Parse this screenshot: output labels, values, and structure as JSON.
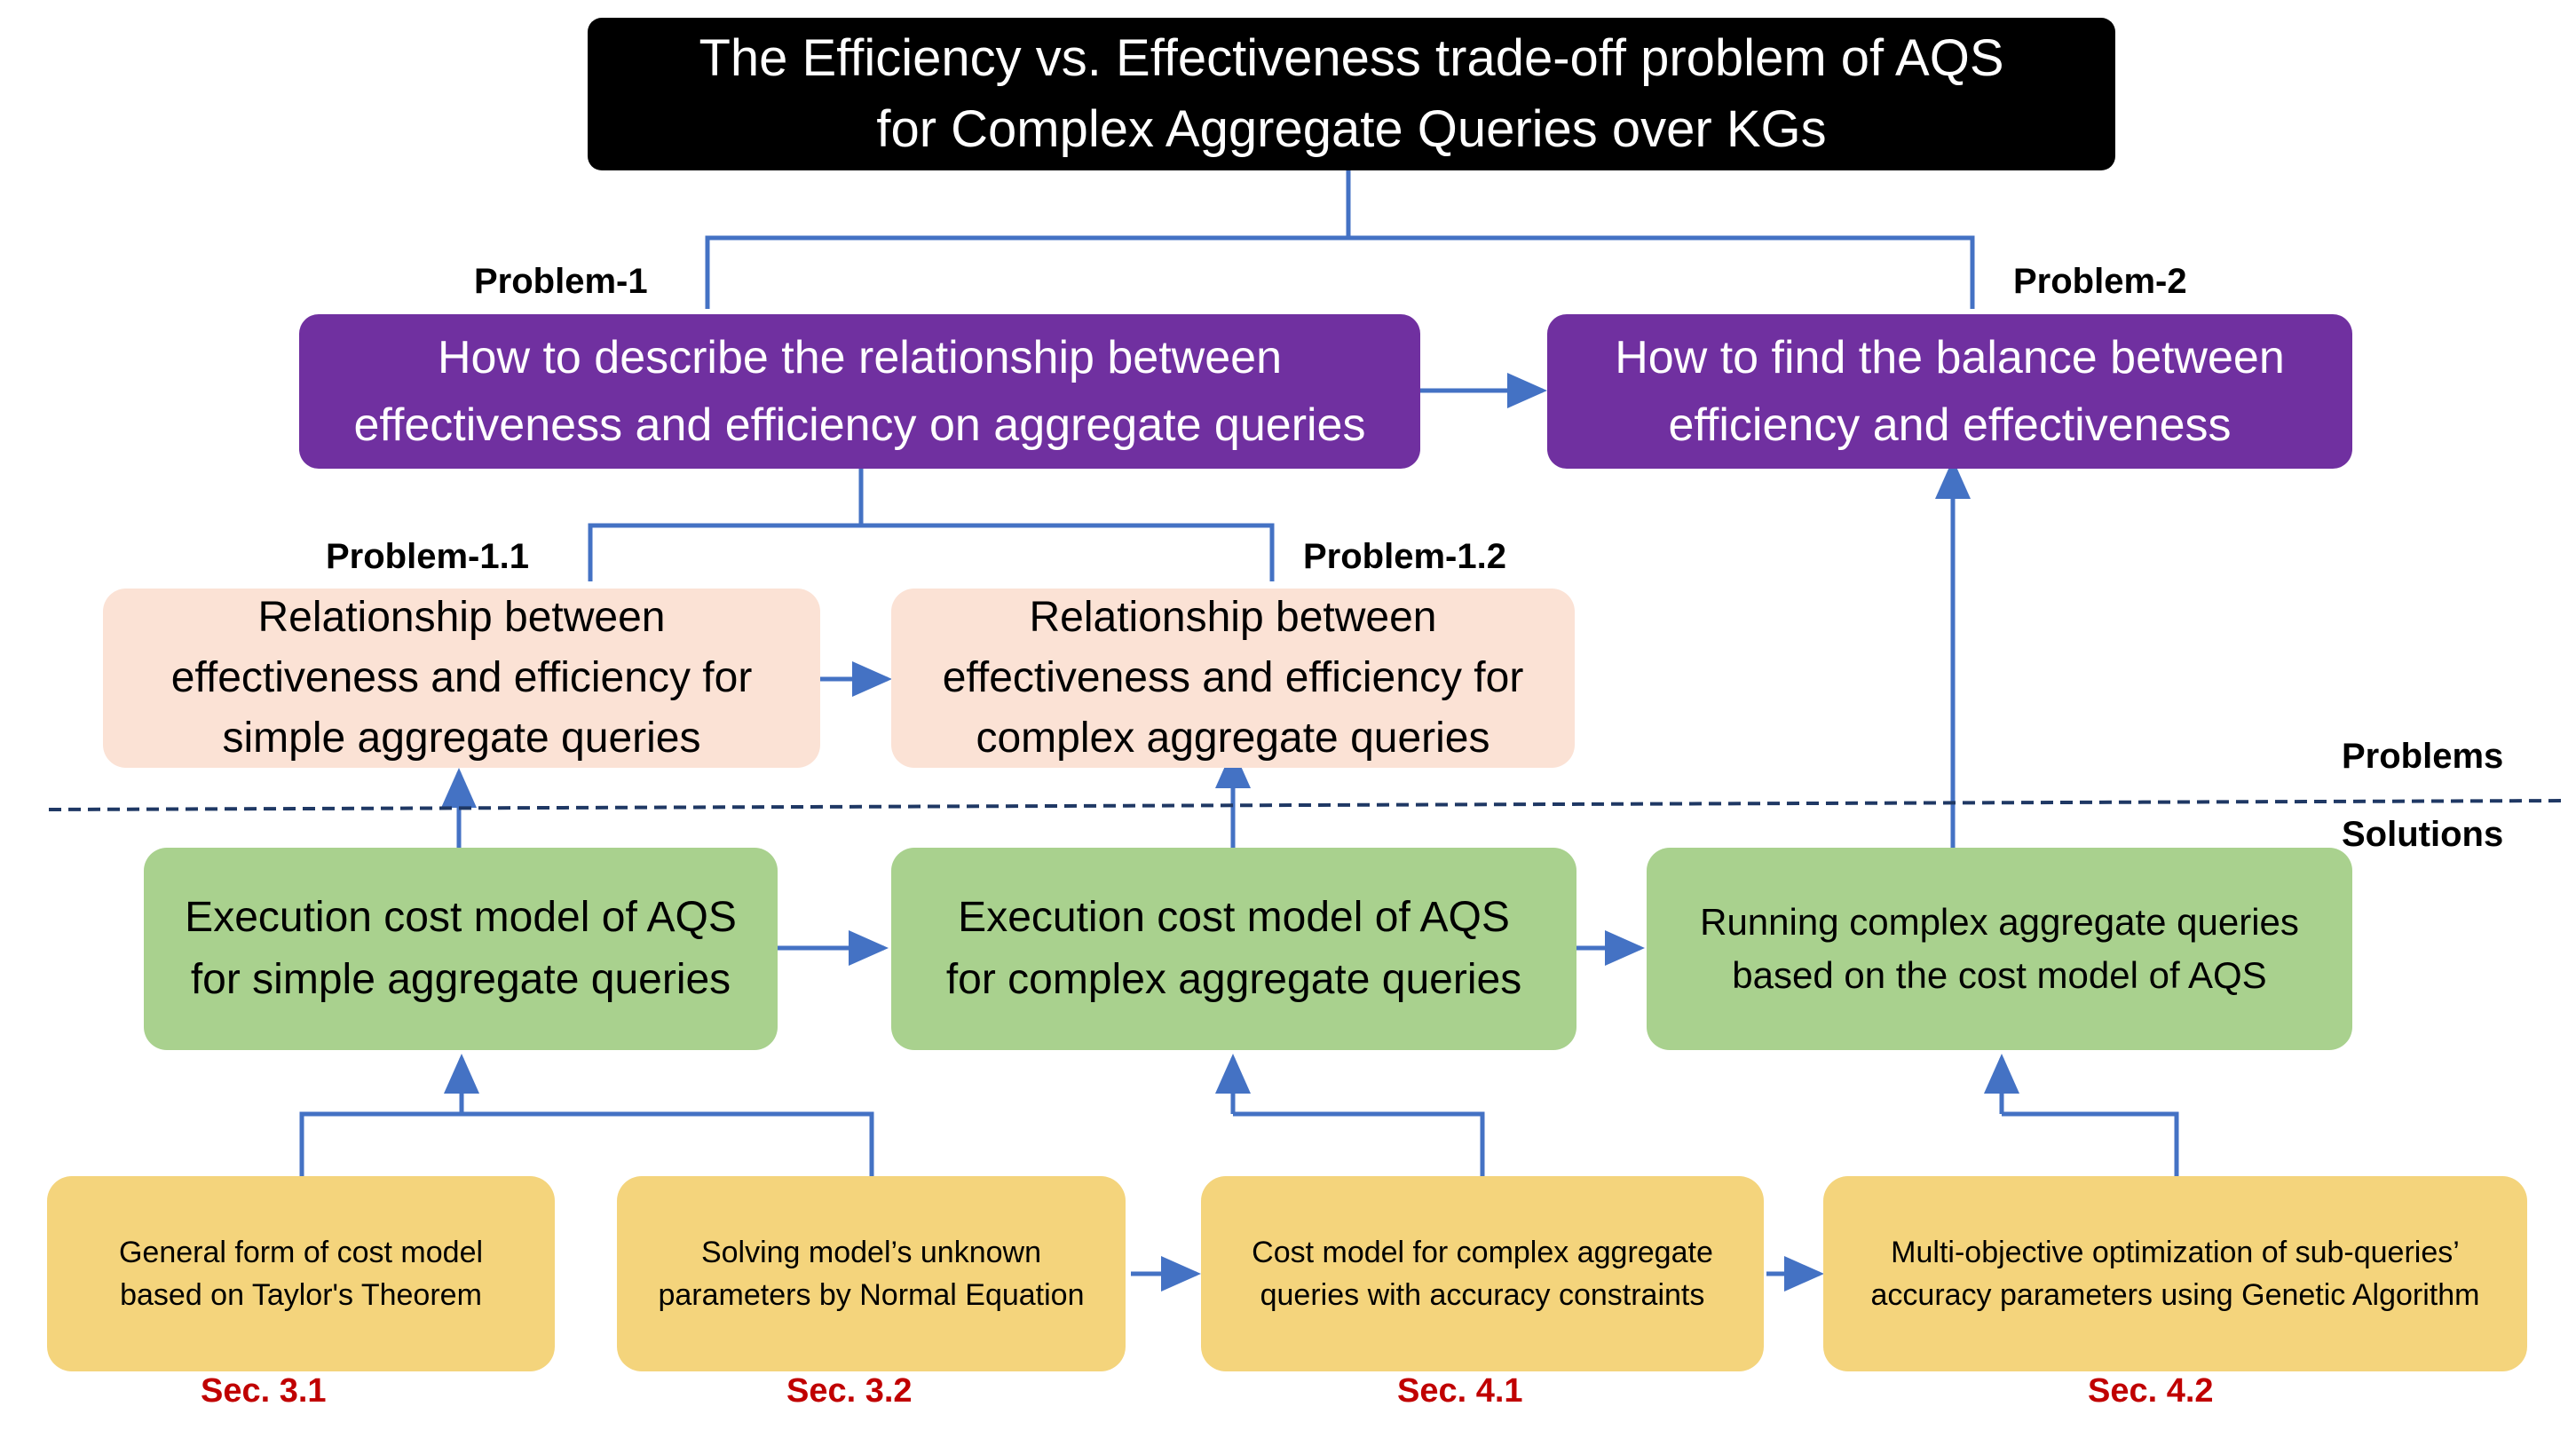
{
  "title": {
    "line1": "The Efficiency vs. Effectiveness trade-off problem of AQS",
    "line2": "for Complex Aggregate Queries over KGs"
  },
  "problems": {
    "p1": {
      "label": "Problem-1",
      "line1": "How to describe the relationship between",
      "line2": "effectiveness and efficiency on aggregate queries"
    },
    "p2": {
      "label": "Problem-2",
      "line1": "How to find the balance between",
      "line2": "efficiency and effectiveness"
    },
    "p11": {
      "label": "Problem-1.1",
      "line1": "Relationship between",
      "line2": "effectiveness and efficiency for",
      "line3": "simple aggregate queries"
    },
    "p12": {
      "label": "Problem-1.2",
      "line1": "Relationship between",
      "line2": "effectiveness and efficiency for",
      "line3": "complex aggregate queries"
    }
  },
  "divider": {
    "problems_label": "Problems",
    "solutions_label": "Solutions"
  },
  "solutions": {
    "s1": {
      "line1": "Execution cost model of AQS",
      "line2": "for simple aggregate queries"
    },
    "s2": {
      "line1": "Execution cost model of AQS",
      "line2": "for complex aggregate queries"
    },
    "s3": {
      "line1": "Running complex aggregate queries",
      "line2": "based on the cost model of AQS"
    }
  },
  "methods": {
    "m1": {
      "line1": "General form of cost model",
      "line2": "based on Taylor's Theorem",
      "section": "Sec. 3.1"
    },
    "m2": {
      "line1": "Solving model’s unknown",
      "line2": "parameters by Normal Equation",
      "section": "Sec. 3.2"
    },
    "m3": {
      "line1": "Cost model for complex aggregate",
      "line2": "queries with accuracy constraints",
      "section": "Sec. 4.1"
    },
    "m4": {
      "line1": "Multi-objective optimization of sub-queries’",
      "line2": "accuracy parameters using Genetic Algorithm",
      "section": "Sec. 4.2"
    }
  },
  "colors": {
    "connector": "#4472c4",
    "divider": "#1f3864",
    "title_bg": "#000000",
    "problem_bg": "#7030a0",
    "subproblem_bg": "#fbe2d5",
    "solution_bg": "#a9d18e",
    "method_bg": "#f4d47c",
    "section_text": "#c00000"
  }
}
